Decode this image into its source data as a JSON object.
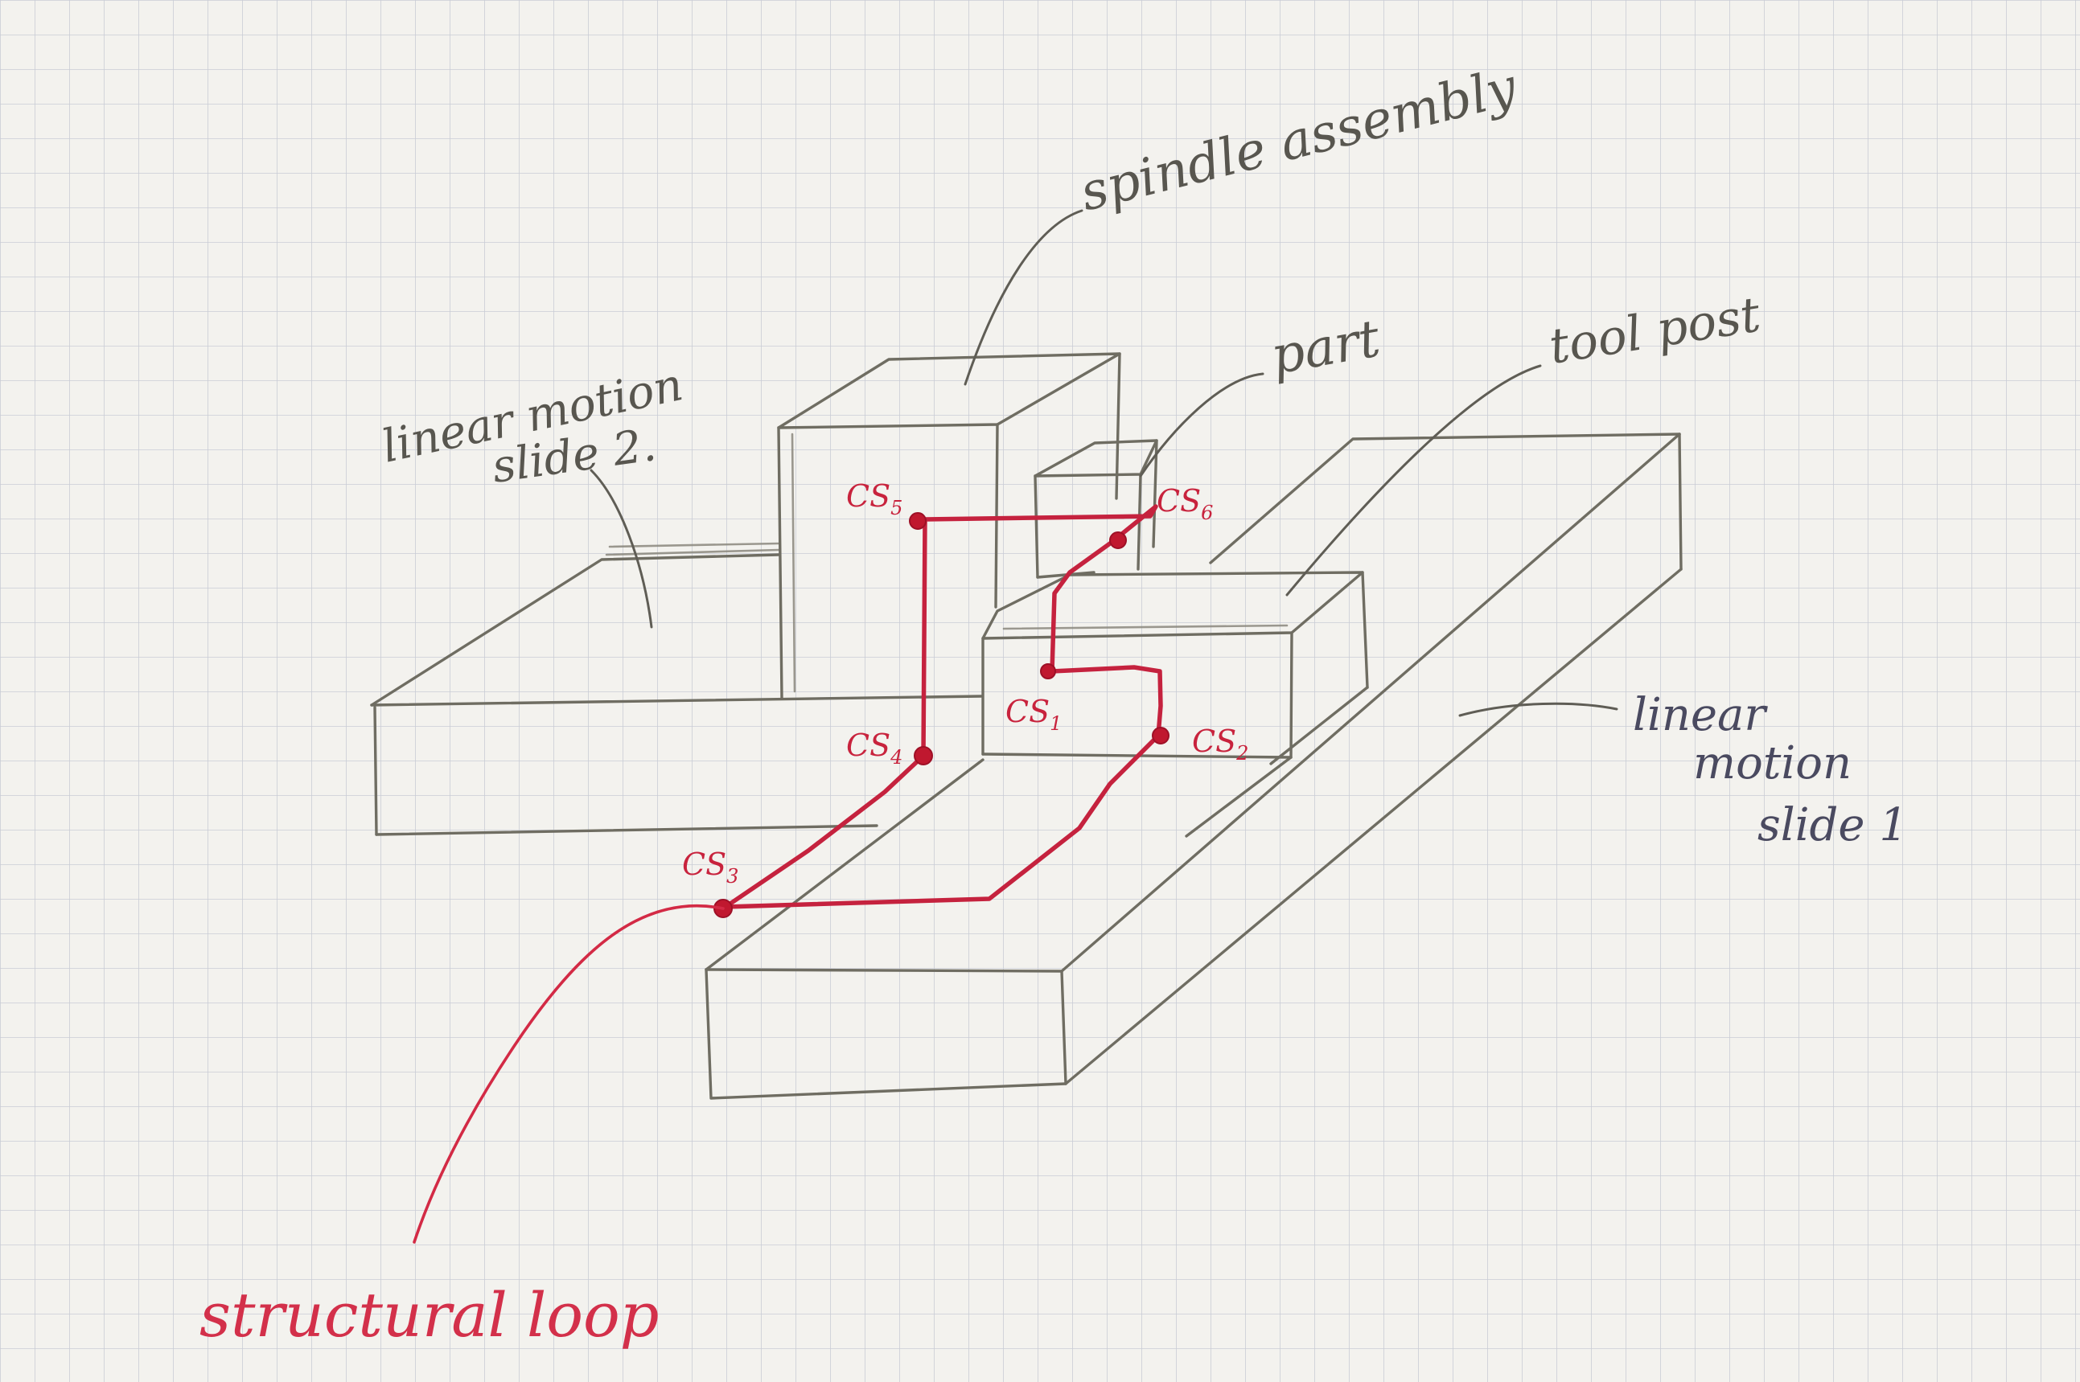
{
  "labels": {
    "spindle_assembly": "spindle assembly",
    "part": "part",
    "tool_post": "tool post",
    "linear_motion_slide_2_line1": "linear motion",
    "linear_motion_slide_2_line2": "slide 2.",
    "linear_motion_slide_1_line1": "linear",
    "linear_motion_slide_1_line2": "motion",
    "linear_motion_slide_1_line3": "slide 1",
    "structural_loop": "structural loop"
  },
  "coordinate_systems": [
    {
      "id": "cs1",
      "base": "CS",
      "sub": "1"
    },
    {
      "id": "cs2",
      "base": "CS",
      "sub": "2"
    },
    {
      "id": "cs3",
      "base": "CS",
      "sub": "3"
    },
    {
      "id": "cs4",
      "base": "CS",
      "sub": "4"
    },
    {
      "id": "cs5",
      "base": "CS",
      "sub": "5"
    },
    {
      "id": "cs6",
      "base": "CS",
      "sub": "6"
    }
  ],
  "colors": {
    "paper": "#f3f2ee",
    "grid": "#c9ccd6",
    "pencil": "#6f6d62",
    "loop_red": "#c5223e"
  }
}
